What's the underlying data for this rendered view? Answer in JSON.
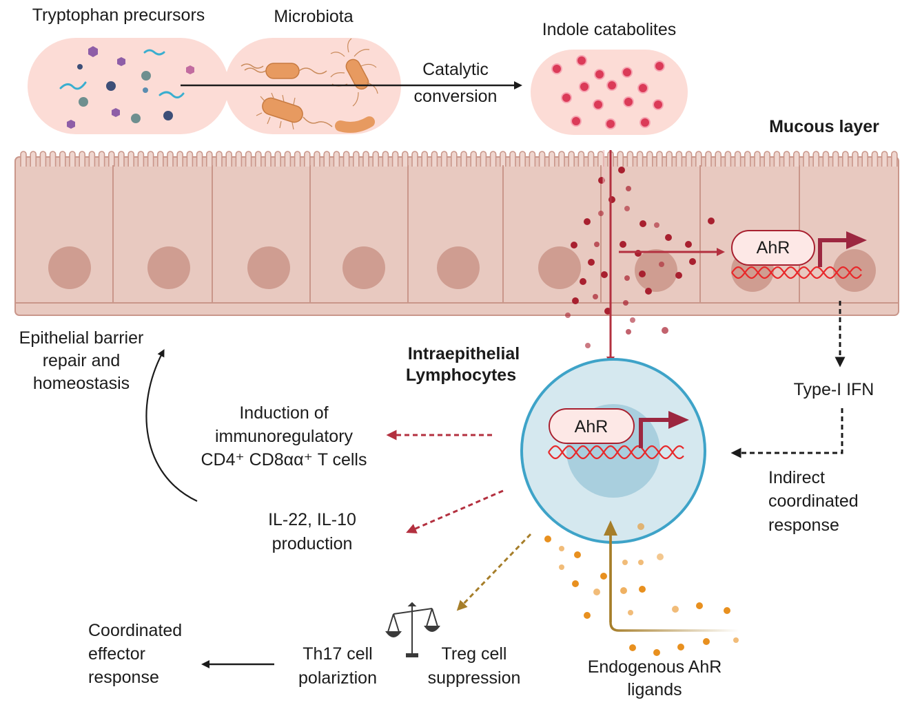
{
  "labels": {
    "tryptophan": "Tryptophan precursors",
    "microbiota": "Microbiota",
    "indole": "Indole catabolites",
    "catalytic_1": "Catalytic",
    "catalytic_2": "conversion",
    "mucous": "Mucous layer",
    "epithelial_1": "Epithelial barrier",
    "epithelial_2": "repair and",
    "epithelial_3": "homeostasis",
    "iel_1": "Intraepithelial",
    "iel_2": "Lymphocytes",
    "induction_1": "Induction of",
    "induction_2": "immunoregulatory",
    "induction_3": "CD4⁺ CD8αα⁺ T cells",
    "il_1": "IL-22,  IL-10",
    "il_2": "production",
    "type1": "Type-I IFN",
    "indirect_1": "Indirect",
    "indirect_2": "coordinated",
    "indirect_3": "response",
    "coord_1": "Coordinated",
    "coord_2": "effector",
    "coord_3": "response",
    "th17_1": "Th17 cell",
    "th17_2": "polariztion",
    "treg_1": "Treg cell",
    "treg_2": "suppression",
    "endog_1": "Endogenous AhR",
    "endog_2": "ligands",
    "ahr_epithelial": "AhR",
    "ahr_iel": "AhR"
  },
  "colors": {
    "capsule_fill": "#fcdcd6",
    "cell_fill": "#e8c9c0",
    "cell_stroke": "#c9968a",
    "nucleus": "#cf9d91",
    "iel_outer": "#d5e8ef",
    "iel_border": "#3ea3c8",
    "iel_inner": "#a9cfde",
    "crimson": "#b3303f",
    "dark_red_arrow": "#9c2740",
    "olive_arrow": "#a67e2a",
    "orange_dot": "#e8901f",
    "indole_dot": "#db3b58",
    "dna": "#e8282a"
  },
  "icons": [
    "bacteria-icon",
    "scale-icon",
    "dna-icon",
    "promoter-arrow-icon"
  ]
}
